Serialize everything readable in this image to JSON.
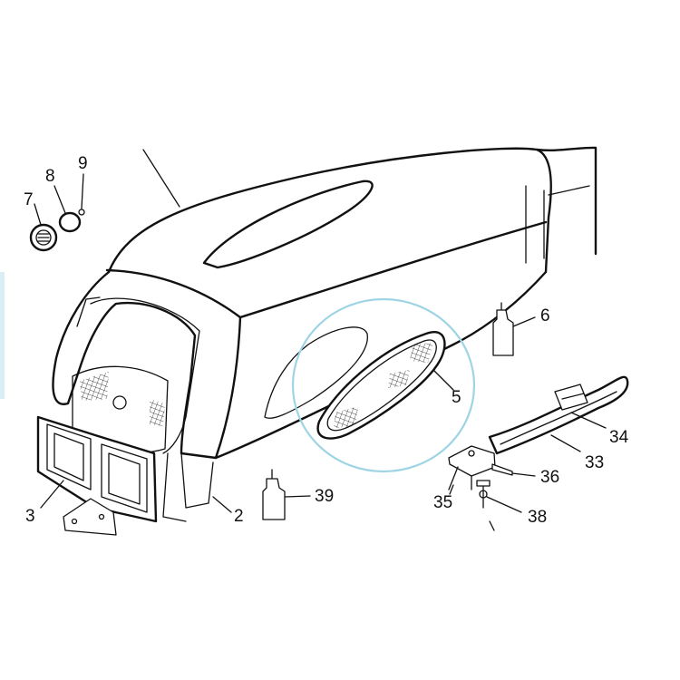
{
  "diagram": {
    "labels": [
      {
        "id": "7",
        "text": "7"
      },
      {
        "id": "8",
        "text": "8"
      },
      {
        "id": "9",
        "text": "9"
      },
      {
        "id": "6",
        "text": "6"
      },
      {
        "id": "5",
        "text": "5"
      },
      {
        "id": "34",
        "text": "34"
      },
      {
        "id": "33",
        "text": "33"
      },
      {
        "id": "36",
        "text": "36"
      },
      {
        "id": "35",
        "text": "35"
      },
      {
        "id": "38",
        "text": "38"
      },
      {
        "id": "39",
        "text": "39"
      },
      {
        "id": "3",
        "text": "3"
      },
      {
        "id": "2",
        "text": "2"
      }
    ],
    "highlight_color": "#9fd4e4",
    "line_color": "#111111"
  }
}
